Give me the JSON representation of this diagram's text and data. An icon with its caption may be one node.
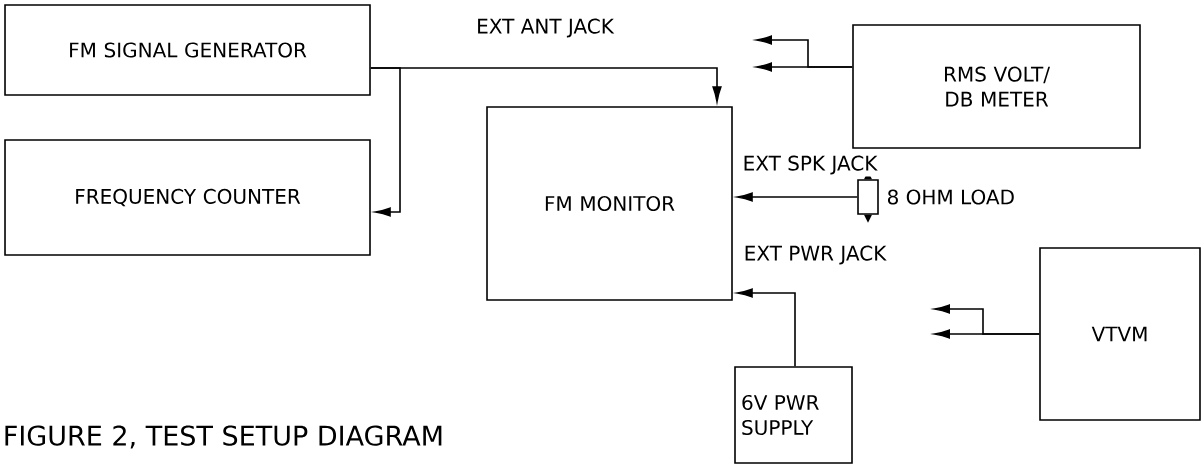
{
  "diagram": {
    "caption": "FIGURE 2, TEST SETUP DIAGRAM",
    "nodes": [
      {
        "text": [
          "FM SIGNAL GENERATOR"
        ]
      },
      {
        "text": [
          "FREQUENCY COUNTER"
        ]
      },
      {
        "text": [
          "FM MONITOR"
        ]
      },
      {
        "text": [
          "RMS VOLT/ DB METER"
        ]
      },
      {
        "text": [],
        "shape": "box",
        "beside": [
          "8 OHM LOAD"
        ]
      },
      {
        "text": [
          "6V PWR SUPPLY"
        ]
      },
      {
        "text": [
          "VTVM"
        ]
      }
    ],
    "edges": [
      {
        "from": 0,
        "to": 2,
        "arrow": "to",
        "label": "EXT ANT JACK"
      },
      {
        "from": 0,
        "to": 1,
        "arrow": "to"
      },
      {
        "from": 4,
        "to": 2,
        "arrow": "to",
        "label": "EXT SPK JACK"
      },
      {
        "from": 5,
        "to": 2,
        "arrow": "to",
        "label": "EXT PWR JACK"
      },
      {
        "from": 3,
        "to": null,
        "arrow": "to"
      },
      {
        "from": 3,
        "to": null,
        "arrow": "to"
      },
      {
        "from": 6,
        "to": null,
        "arrow": "to"
      },
      {
        "from": 6,
        "to": null,
        "arrow": "to"
      }
    ]
  }
}
